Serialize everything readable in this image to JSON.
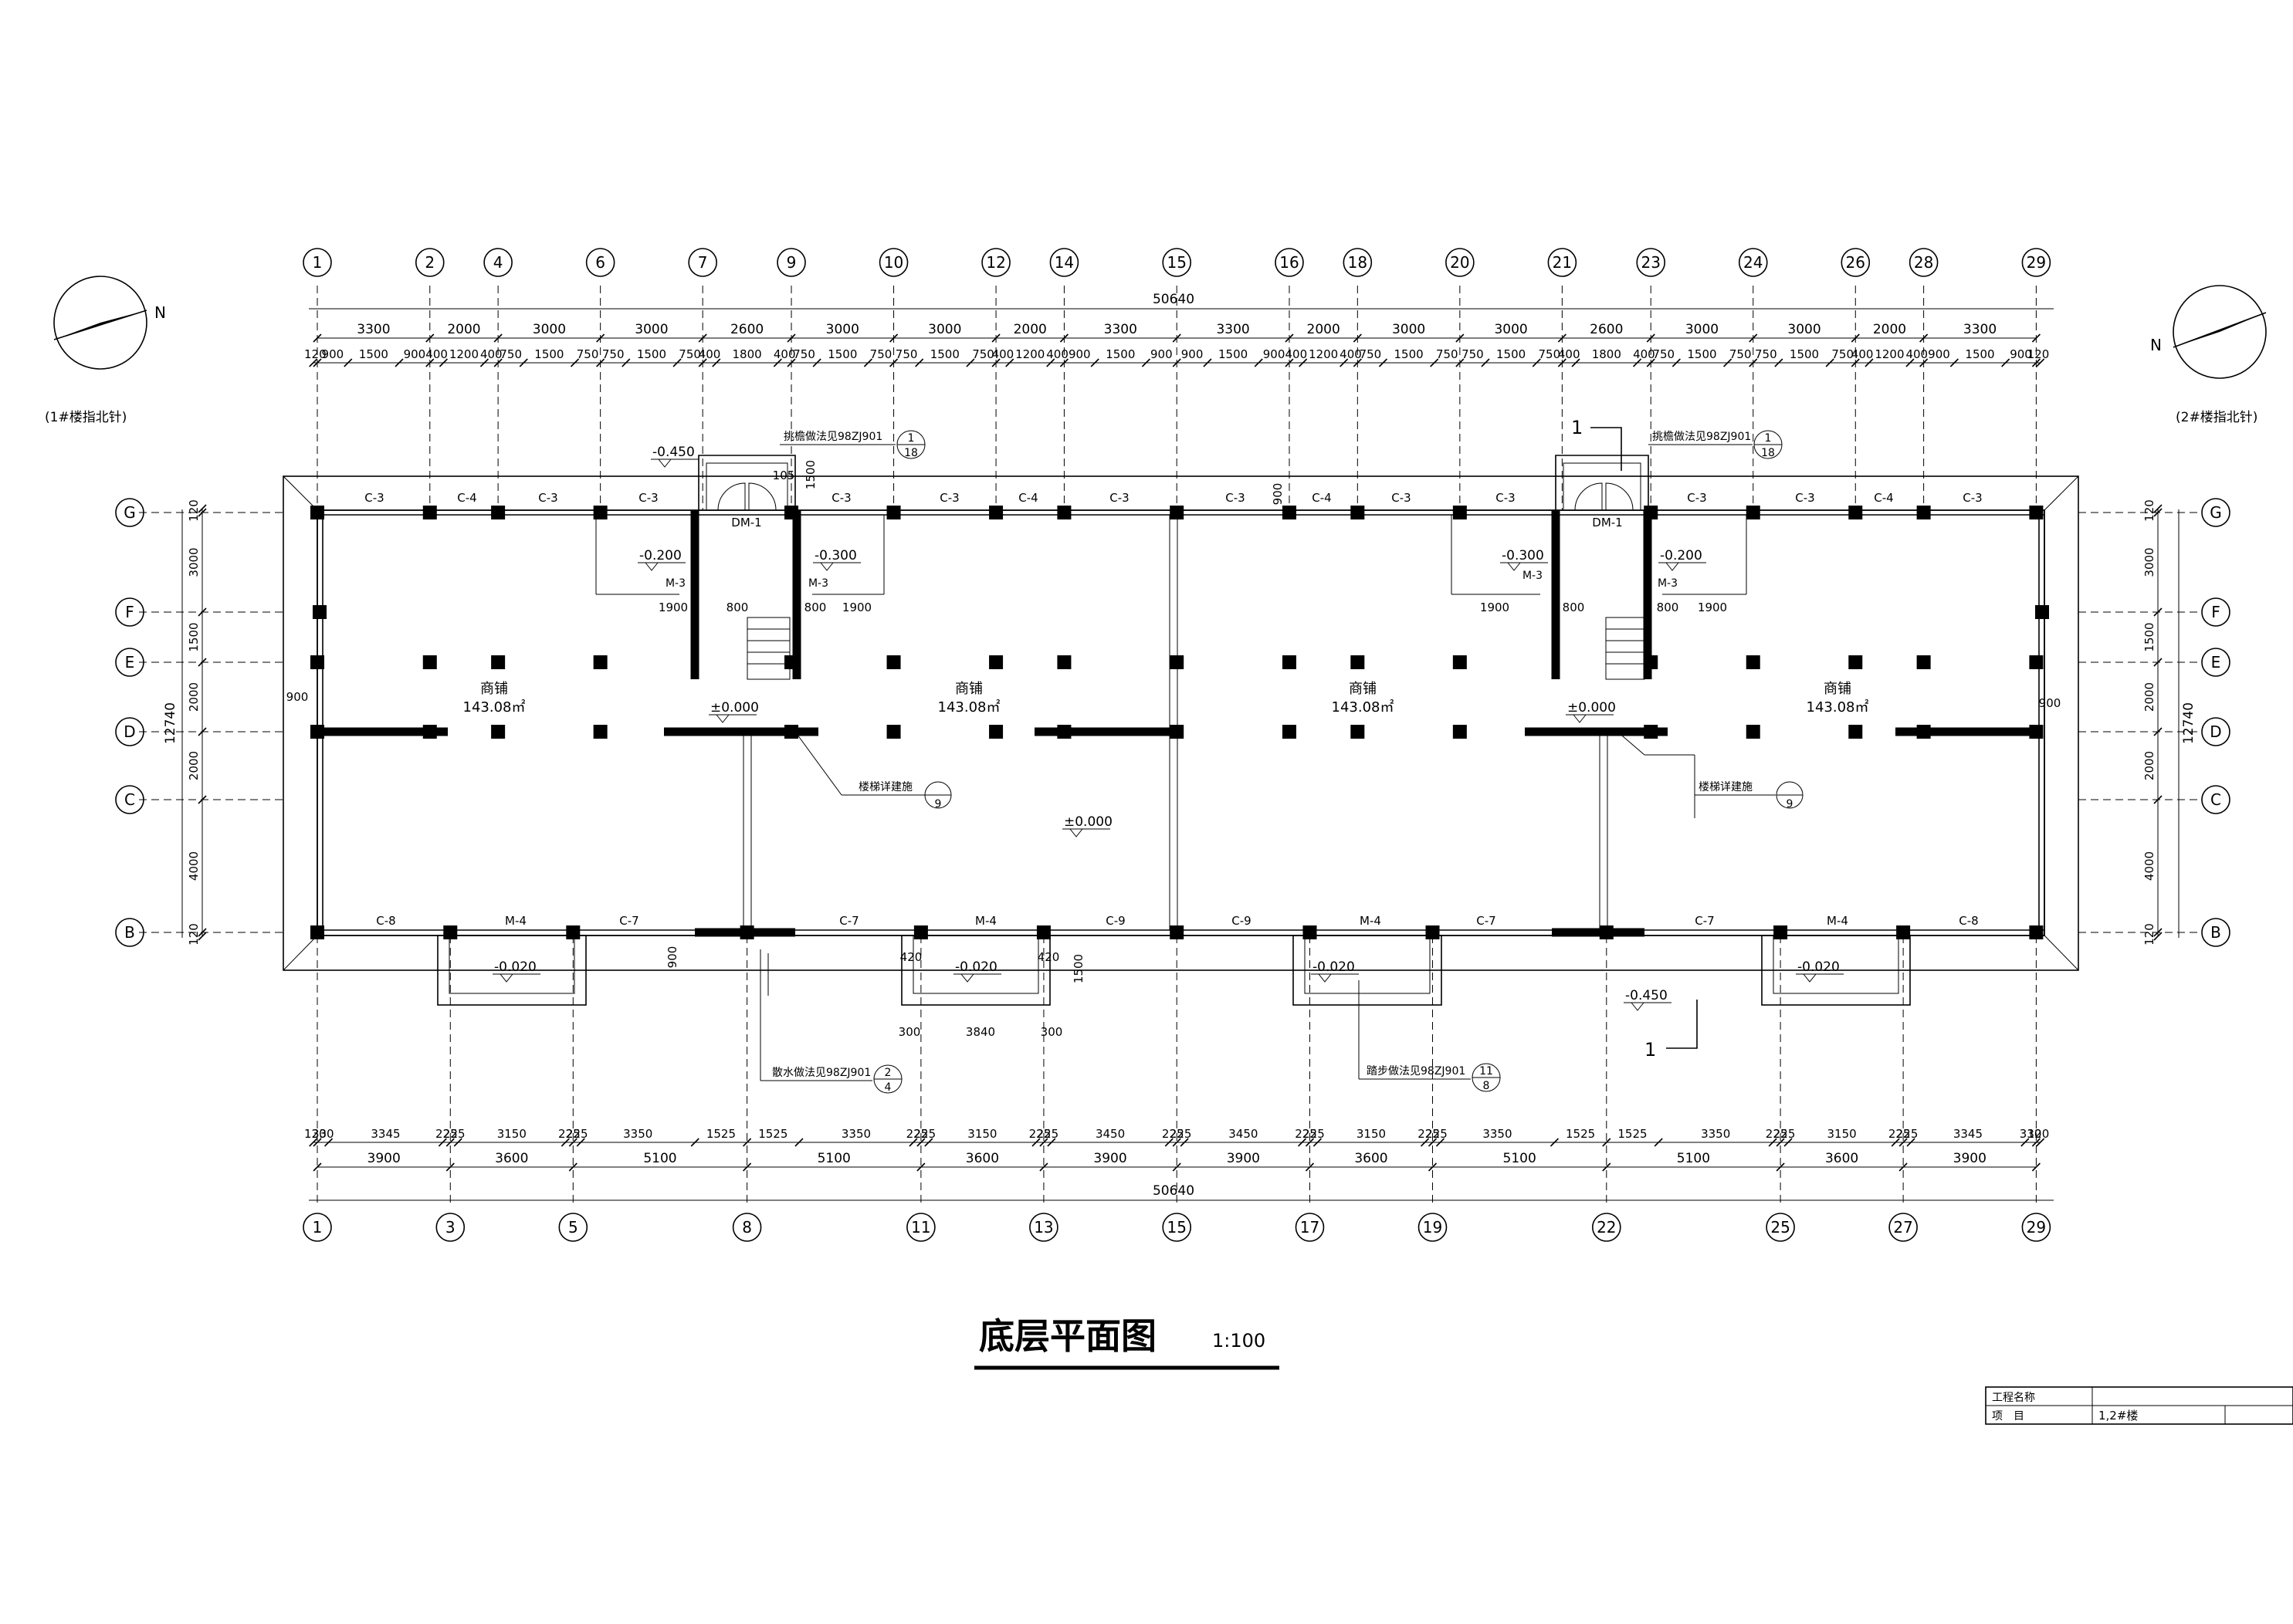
{
  "drawing": {
    "title": "底层平面图",
    "scale": "1:100",
    "total_length": "50640",
    "total_depth": "12740",
    "north_label": "N",
    "note_left": "(1#楼指北针)",
    "note_right": "(2#楼指北针)",
    "section_mark": "1"
  },
  "top_axes": [
    "1",
    "2",
    "4",
    "6",
    "7",
    "9",
    "10",
    "12",
    "14",
    "15",
    "16",
    "18",
    "20",
    "21",
    "23",
    "24",
    "26",
    "28",
    "29"
  ],
  "bottom_axes": [
    "1",
    "3",
    "5",
    "8",
    "11",
    "13",
    "15",
    "17",
    "19",
    "22",
    "25",
    "27",
    "29"
  ],
  "row_axes": [
    "G",
    "F",
    "E",
    "D",
    "C",
    "B"
  ],
  "top_dims_main": [
    "3300",
    "2000",
    "3000",
    "3000",
    "2600",
    "3000",
    "3000",
    "2000",
    "3300",
    "3300",
    "2000",
    "3000",
    "3000",
    "2600",
    "3000",
    "3000",
    "2000",
    "3300"
  ],
  "top_dims_detail": [
    "120",
    "900",
    "1500",
    "900",
    "400",
    "1200",
    "400",
    "750",
    "1500",
    "750",
    "750",
    "1500",
    "750",
    "400",
    "1800",
    "400",
    "750",
    "1500",
    "750",
    "750",
    "1500",
    "750",
    "400",
    "1200",
    "400",
    "900",
    "1500",
    "900",
    "900",
    "1500",
    "900",
    "400",
    "1200",
    "400",
    "750",
    "1500",
    "750",
    "750",
    "1500",
    "750",
    "400",
    "1800",
    "400",
    "750",
    "1500",
    "750",
    "750",
    "1500",
    "750",
    "400",
    "1200",
    "400",
    "900",
    "1500",
    "900",
    "120"
  ],
  "bottom_dims_detail": [
    "120",
    "330",
    "3345",
    "225",
    "225",
    "3150",
    "225",
    "225",
    "3350",
    "1525",
    "1525",
    "3350",
    "225",
    "225",
    "3150",
    "225",
    "225",
    "3450",
    "225",
    "225",
    "3450",
    "225",
    "225",
    "3150",
    "225",
    "225",
    "3350",
    "1525",
    "1525",
    "3350",
    "225",
    "225",
    "3150",
    "225",
    "225",
    "3345",
    "330",
    "120"
  ],
  "bottom_dims_main": [
    "3900",
    "3600",
    "5100",
    "5100",
    "3600",
    "3900",
    "3900",
    "3600",
    "5100",
    "5100",
    "3600",
    "3900"
  ],
  "side_dims": [
    "120",
    "3000",
    "1500",
    "2000",
    "2000",
    "4000",
    "120"
  ],
  "rooms": {
    "name": "商铺",
    "area": "143.08㎡"
  },
  "windows": {
    "top": [
      "C-3",
      "C-4",
      "C-3",
      "C-3",
      "C-3",
      "C-3",
      "C-4",
      "C-3",
      "C-3",
      "C-4",
      "C-3",
      "C-3",
      "C-3",
      "C-3",
      "C-4",
      "C-3"
    ],
    "bottom": [
      "C-8",
      "M-4",
      "C-7",
      "C-7",
      "M-4",
      "C-9",
      "C-9",
      "M-4",
      "C-7",
      "C-7",
      "M-4",
      "C-8"
    ]
  },
  "doors": {
    "entry": "DM-1",
    "toilet": "M-3"
  },
  "elevations": {
    "ground": "±0.000",
    "outdoor": "-0.450",
    "step": "-0.020",
    "toilet": "-0.200",
    "entry": "-0.300"
  },
  "dims_misc": {
    "d1900": "1900",
    "d800": "800",
    "d900": "900",
    "d105": "105",
    "d1500": "1500",
    "d420": "420",
    "d300": "300",
    "d3840": "3840"
  },
  "callouts": {
    "canopy": "挑檐做法见98ZJ901",
    "canopy_ref_num": "1",
    "canopy_ref_den": "18",
    "stair": "楼梯详建施",
    "stair_ref": "9",
    "drain": "散水做法见98ZJ901",
    "drain_ref_num": "2",
    "drain_ref_den": "4",
    "steps": "踏步做法见98ZJ901",
    "steps_ref_num": "11",
    "steps_ref_den": "8"
  },
  "title_block": {
    "row1_label": "工程名称",
    "row2_label": "项　目",
    "row2_value": "1,2#楼"
  }
}
